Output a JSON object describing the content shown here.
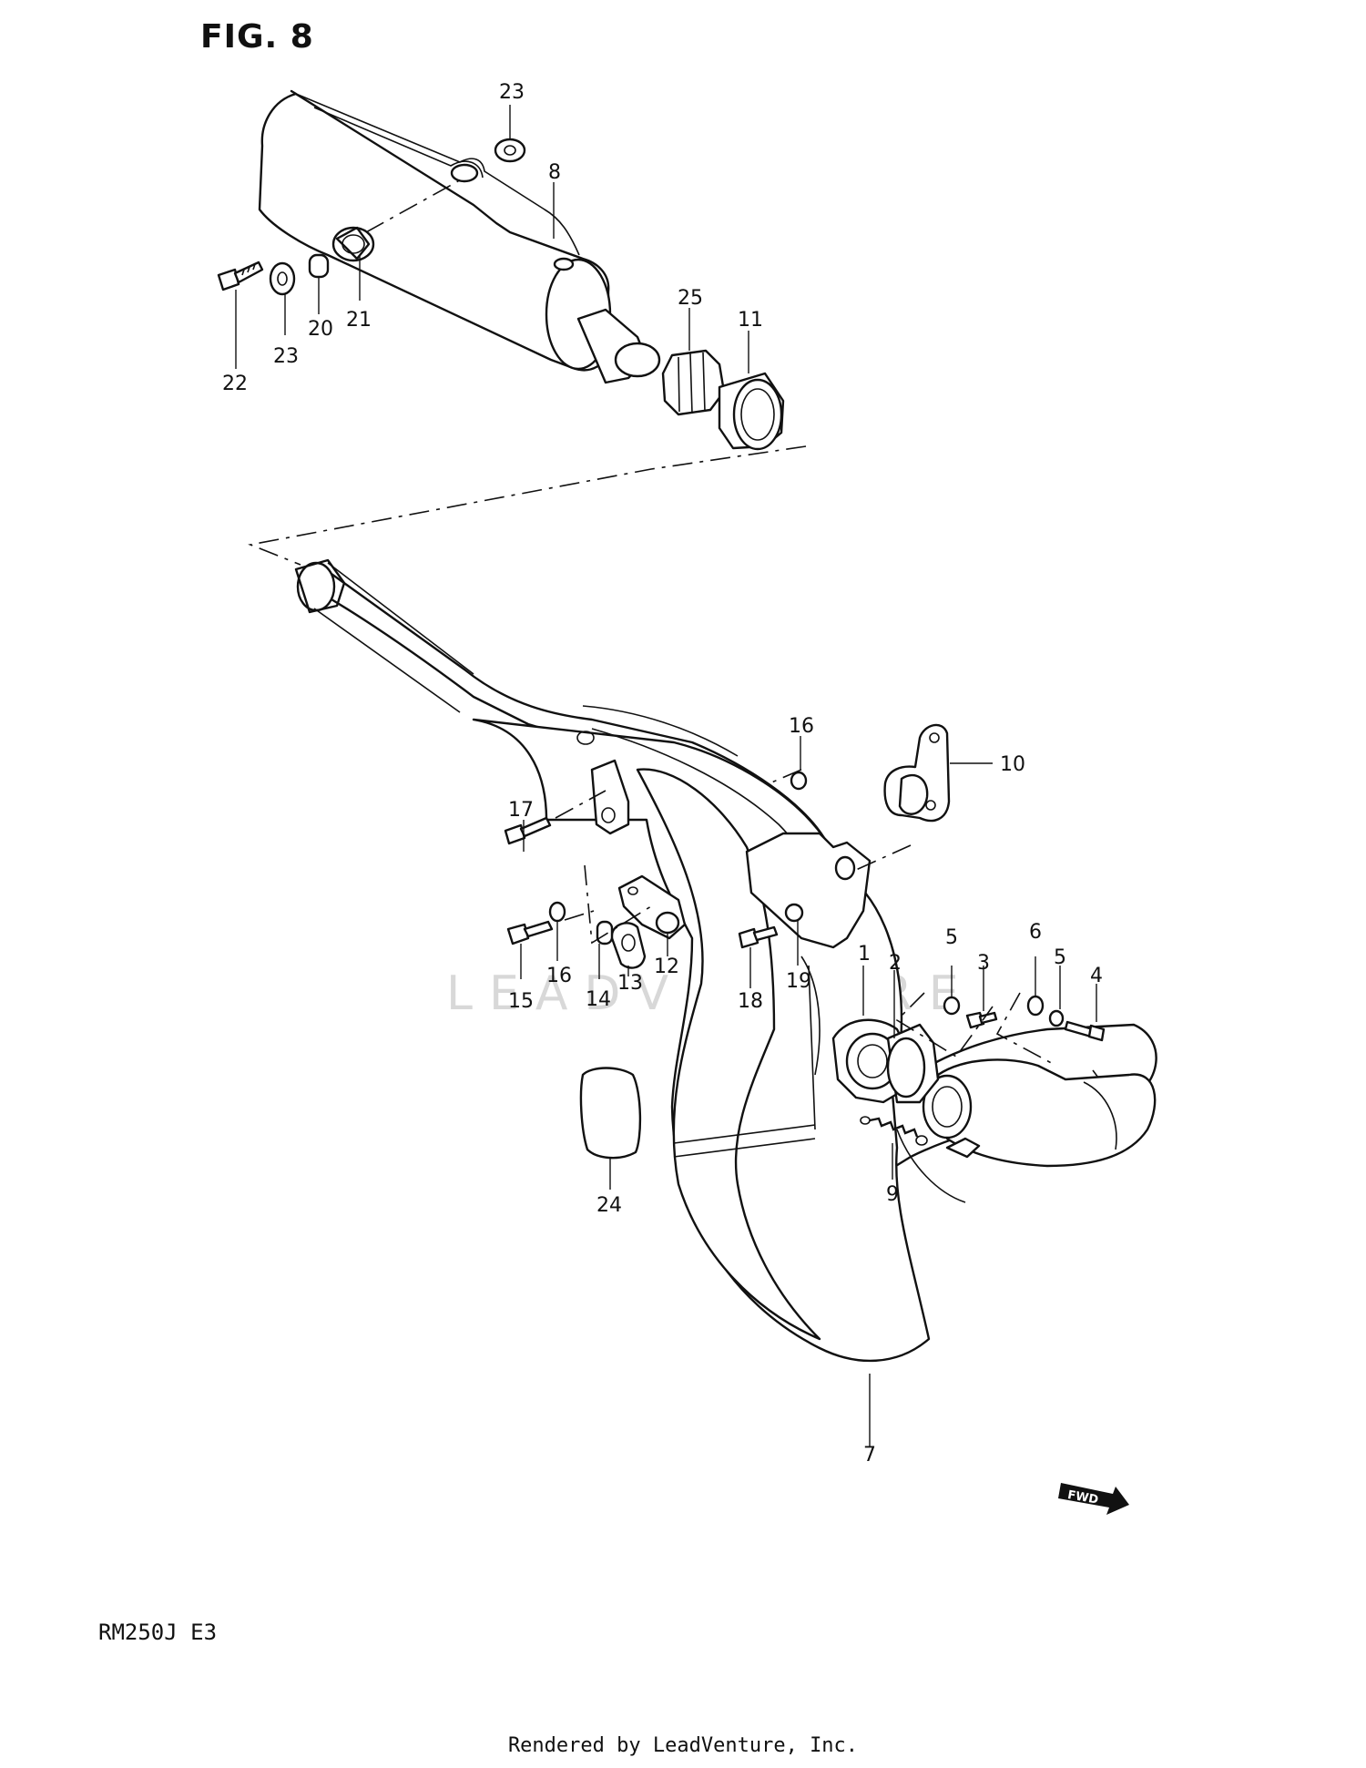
{
  "figure_title": "FIG. 8",
  "model_code": "RM250J  E3",
  "footer_text": "Rendered by LeadVenture, Inc.",
  "watermark_text": "LEADVENTURE",
  "fwd_badge": "FWD",
  "callouts": {
    "c1": "1",
    "c2": "2",
    "c3": "3",
    "c4": "4",
    "c5a": "5",
    "c5b": "5",
    "c6": "6",
    "c7": "7",
    "c8": "8",
    "c9": "9",
    "c10": "10",
    "c11": "11",
    "c12": "12",
    "c13": "13",
    "c14": "14",
    "c15": "15",
    "c16a": "16",
    "c16b": "16",
    "c17": "17",
    "c18": "18",
    "c19": "19",
    "c20": "20",
    "c21": "21",
    "c22": "22",
    "c23a": "23",
    "c23b": "23",
    "c24": "24",
    "c25": "25"
  }
}
